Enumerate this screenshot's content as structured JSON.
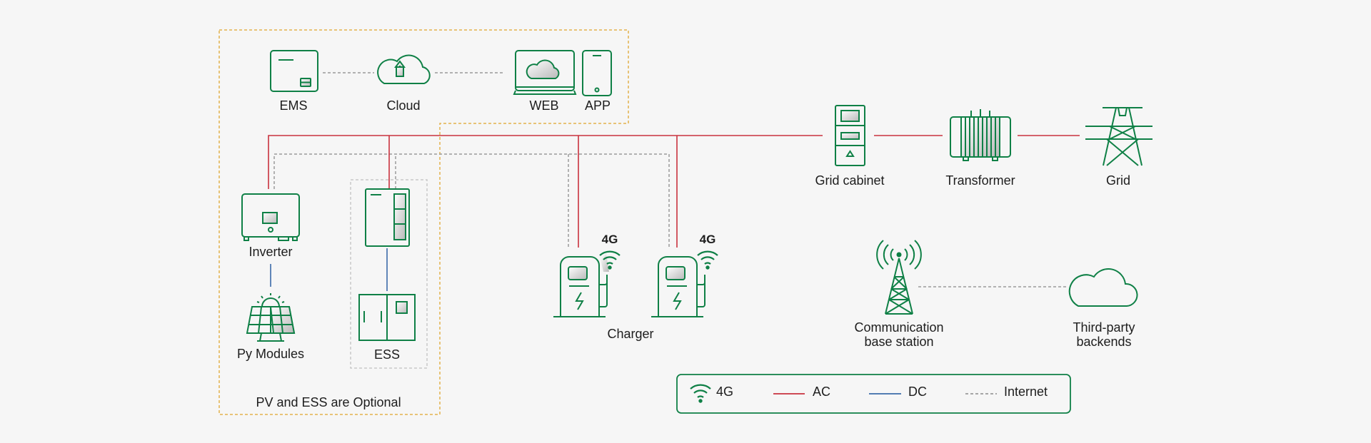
{
  "labels": {
    "ems": "EMS",
    "cloud": "Cloud",
    "web": "WEB",
    "app": "APP",
    "inverter": "Inverter",
    "pv_modules": "Py Modules",
    "ess": "ESS",
    "charger": "Charger",
    "charger_signal_1": "4G",
    "charger_signal_2": "4G",
    "grid_cabinet": "Grid cabinet",
    "transformer": "Transformer",
    "grid": "Grid",
    "base_station_line1": "Communication",
    "base_station_line2": "base station",
    "third_party_line1": "Third-party",
    "third_party_line2": "backends",
    "optional_note": "PV and ESS are Optional"
  },
  "legend": {
    "g4": "4G",
    "ac": "AC",
    "dc": "DC",
    "internet": "Internet"
  },
  "colors": {
    "device": "#0f8046",
    "ac_line": "#c9323e",
    "dc_line": "#3a6aa8",
    "internet_line": "#9a9a9a",
    "optional_border": "#e3b24d",
    "ess_border": "#c8c8c8"
  }
}
